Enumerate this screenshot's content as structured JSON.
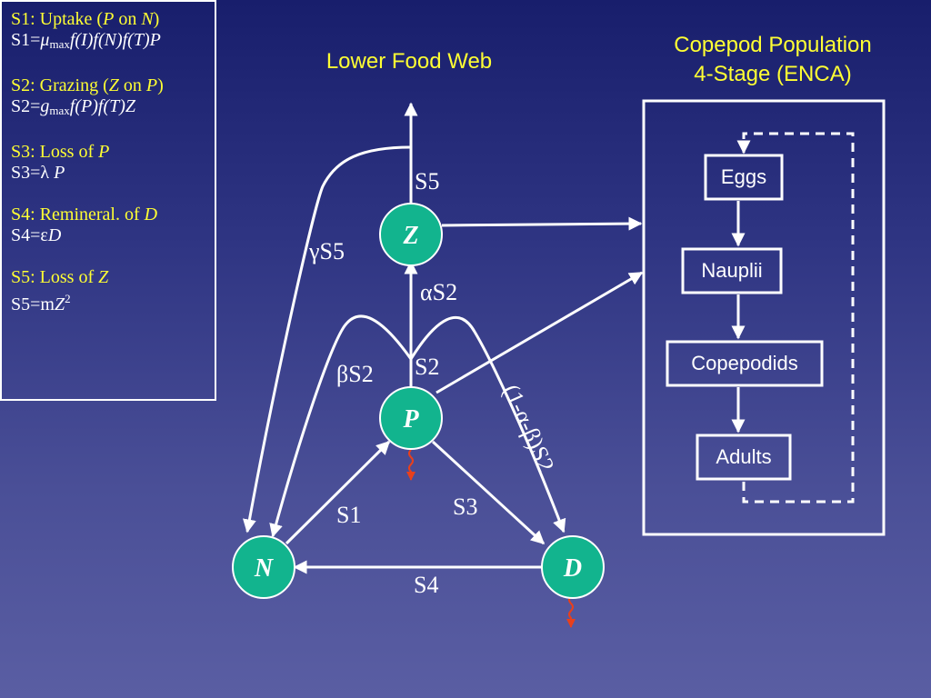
{
  "legend": {
    "s1_title_pre": "S1: Uptake (",
    "s1_title_a": "P",
    "s1_title_mid": " on ",
    "s1_title_b": "N",
    "s1_title_post": ")",
    "s1_eq_pre": "S1=",
    "s1_eq_mu": "μ",
    "s1_eq_sub": "max",
    "s1_eq_rest": "f(I)f(N)f(T)P",
    "s2_title_pre": "S2: Grazing (",
    "s2_title_a": "Z",
    "s2_title_mid": " on ",
    "s2_title_b": "P",
    "s2_title_post": ")",
    "s2_eq_pre": "S2=",
    "s2_eq_g": "g",
    "s2_eq_sub": "max",
    "s2_eq_rest": "f(P)f(T)Z",
    "s3_title_pre": "S3: Loss of ",
    "s3_title_a": "P",
    "s3_eq_pre": "S3=λ ",
    "s3_eq_a": "P",
    "s4_title_pre": "S4: Remineral. of ",
    "s4_title_a": "D",
    "s4_eq_pre": "S4=ε",
    "s4_eq_a": "D",
    "s5_title_pre": "S5: Loss of ",
    "s5_title_a": "Z",
    "s5_eq_pre": "S5=m",
    "s5_eq_a": "Z",
    "s5_eq_sup": "2"
  },
  "titles": {
    "food_web": "Lower Food Web",
    "copepod_line1": "Copepod Population",
    "copepod_line2": "4-Stage (ENCA)"
  },
  "nodes": {
    "z": "Z",
    "p": "P",
    "n": "N",
    "d": "D"
  },
  "flux_labels": {
    "s5": "S5",
    "gamma_s5": "γS5",
    "alpha_s2": "αS2",
    "beta_s2": "βS2",
    "s2": "S2",
    "rest_s2": "(1-α-β)S2",
    "s1": "S1",
    "s3": "S3",
    "s4": "S4"
  },
  "stages": {
    "eggs": "Eggs",
    "nauplii": "Nauplii",
    "copepodids": "Copepodids",
    "adults": "Adults"
  },
  "colors": {
    "node_fill": "#12b48e",
    "title_yellow": "#ffff33",
    "line": "#ffffff",
    "sinking_red": "#e8401c"
  }
}
